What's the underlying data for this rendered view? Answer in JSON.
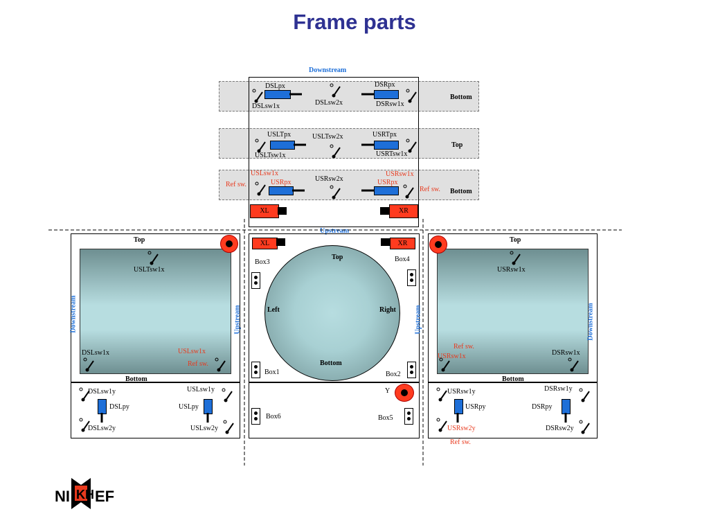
{
  "title": "Frame parts",
  "top_view": {
    "downstream": "Downstream",
    "upstream": "Upstream",
    "row1": {
      "dslpx": "DSLpx",
      "dsrpx": "DSRpx",
      "dslsw1x": "DSLsw1x",
      "dslsw2x": "DSLsw2x",
      "dsrsw1x": "DSRsw1x",
      "side": "Bottom"
    },
    "row2": {
      "usltpx": "USLTpx",
      "usrtpx": "USRTpx",
      "usltsw1x": "USLTsw1x",
      "usltsw2x": "USLTsw2x",
      "usrtsw1x": "USRTsw1x",
      "side": "Top"
    },
    "row3": {
      "uslsw1x": "USLsw1x",
      "usrsw1x": "USRsw1x",
      "uslpx": "USRpx",
      "usrsw2x": "USRsw2x",
      "usrpx": "USRpx",
      "refsw_left": "Ref sw.",
      "refsw_right": "Ref sw.",
      "side": "Bottom"
    },
    "xl": "XL",
    "xr": "XR"
  },
  "center": {
    "xl": "XL",
    "xr": "XR",
    "top": "Top",
    "left": "Left",
    "right": "Right",
    "bottom": "Bottom",
    "box1": "Box1",
    "box2": "Box2",
    "box3": "Box3",
    "box4": "Box4",
    "box5": "Box5",
    "box6": "Box6",
    "y": "Y",
    "upstream_left": "Upstream",
    "upstream_right": "Upstream"
  },
  "left_panel": {
    "top": "Top",
    "bottom": "Bottom",
    "downstream": "Downstream",
    "usltsw1x": "USLTsw1x",
    "dslsw1x": "DSLsw1x",
    "uslsw1x": "USLsw1x",
    "refsw": "Ref sw.",
    "dslsw1y": "DSLsw1y",
    "dslpy": "DSLpy",
    "dslsw2y": "DSLsw2y",
    "uslsw1y": "USLsw1y",
    "uslpy": "USLpy",
    "uslsw2y": "USLsw2y"
  },
  "right_panel": {
    "top": "Top",
    "bottom": "Bottom",
    "downstream": "Downstream",
    "usrsw1x_top": "USRsw1x",
    "refsw": "Ref sw.",
    "usrsw1x": "USRsw1x",
    "dsrsw1x": "DSRsw1x",
    "usrsw1y": "USRsw1y",
    "usrpy": "USRpy",
    "usrsw2y": "USRsw2y",
    "refsw_bottom": "Ref sw.",
    "dsrsw1y": "DSRsw1y",
    "dsrpy": "DSRpy",
    "dsrsw2y": "DSRsw2y"
  },
  "logo": {
    "text": "NIKHEF"
  }
}
